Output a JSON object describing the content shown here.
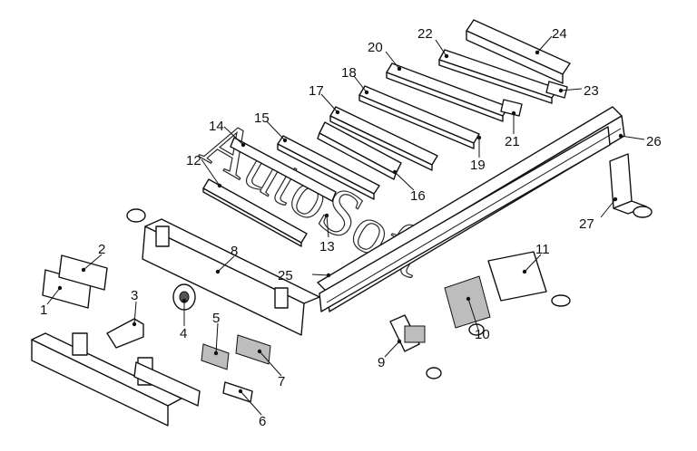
{
  "diagram": {
    "type": "exploded parts diagram",
    "callouts": [
      "1",
      "2",
      "3",
      "4",
      "5",
      "6",
      "7",
      "8",
      "9",
      "10",
      "11",
      "12",
      "13",
      "14",
      "15",
      "16",
      "17",
      "18",
      "19",
      "20",
      "21",
      "22",
      "23",
      "24",
      "25",
      "26",
      "27"
    ],
    "watermark": "AutoSoft"
  }
}
